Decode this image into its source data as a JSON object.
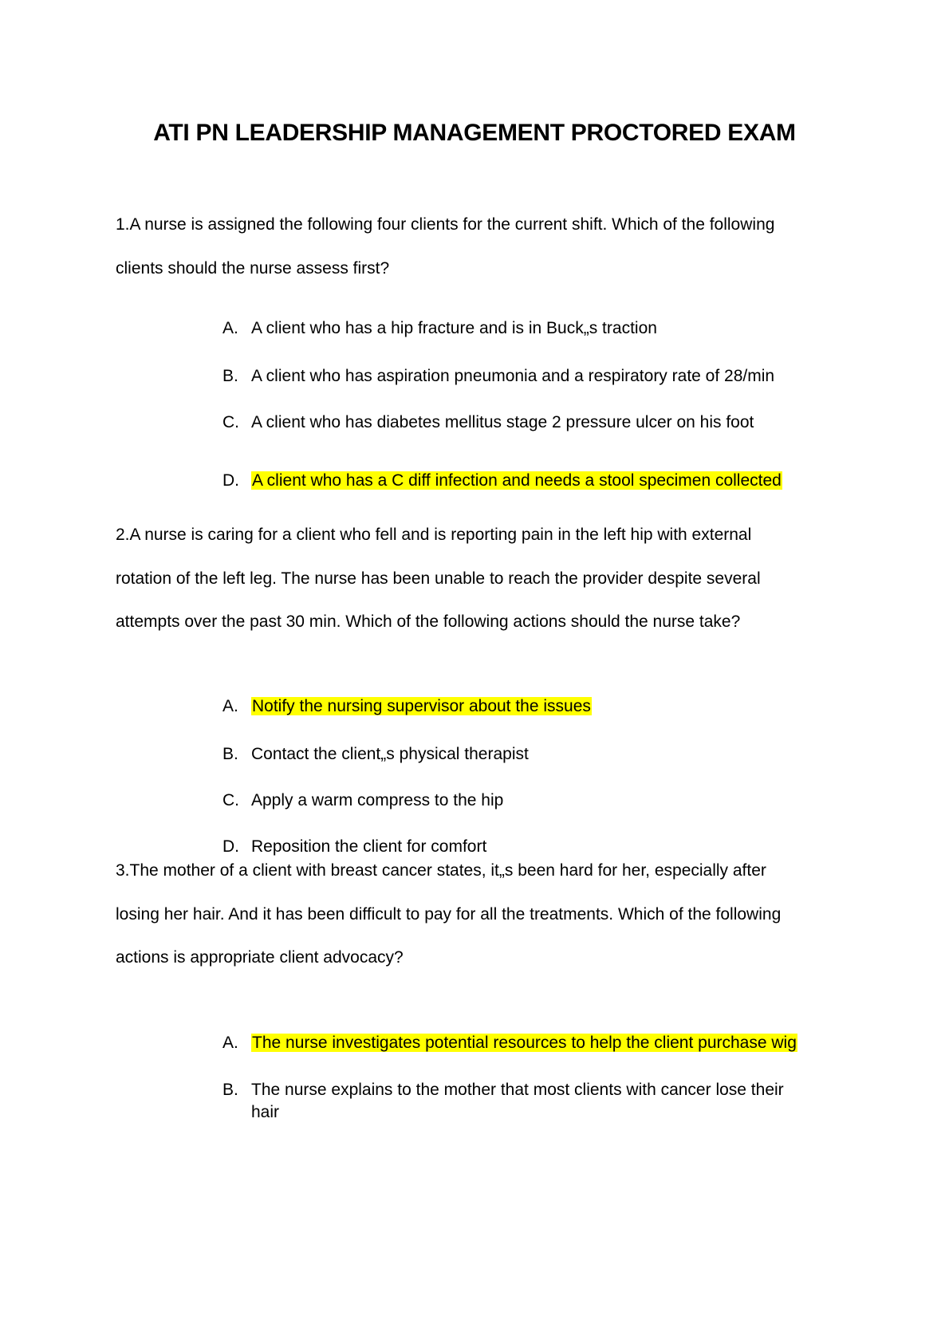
{
  "title": "ATI PN LEADERSHIP MANAGEMENT PROCTORED EXAM",
  "questions": [
    {
      "lines": [
        "1.A nurse is assigned the following four clients for the current shift. Which of the following",
        "clients should the nurse assess first?"
      ],
      "options": [
        {
          "letter": "A.",
          "text": "A client who has a hip fracture and is in Buck„s traction"
        },
        {
          "letter": "B.",
          "text": "A client who has aspiration pneumonia and a respiratory rate of 28/min"
        },
        {
          "letter": "C.",
          "text": "A client who has diabetes mellitus stage 2 pressure ulcer on his foot"
        },
        {
          "letter": "D.",
          "text": "A client who has a C diff infection and needs a stool specimen collected",
          "highlighted": true
        }
      ]
    },
    {
      "lines": [
        "2.A nurse is caring for a client who fell and is reporting pain in the left hip with external",
        "rotation of the left leg. The nurse has been unable to reach the provider despite several",
        "attempts over the past 30 min. Which of the following actions should the nurse take?"
      ],
      "options": [
        {
          "letter": "A.",
          "text": "Notify the nursing supervisor about the issues",
          "highlighted": true
        },
        {
          "letter": "B.",
          "text": "Contact the client„s physical therapist"
        },
        {
          "letter": "C.",
          "text": "Apply a warm compress to the hip"
        },
        {
          "letter": "D.",
          "text": "Reposition the client for comfort"
        }
      ]
    },
    {
      "lines": [
        "3.The mother of a client with breast cancer states, it„s been hard for her, especially after",
        "losing her hair. And it has been difficult to pay for all the treatments. Which of the following",
        "actions is appropriate client advocacy?"
      ],
      "options": [
        {
          "letter": "A.",
          "text": "The nurse investigates potential resources to help the client purchase wig",
          "highlighted": true
        },
        {
          "letter": "B.",
          "text": "The nurse explains to the mother that most clients with cancer lose their",
          "text2": "hair"
        }
      ]
    }
  ],
  "colors": {
    "highlight": "#ffff00",
    "text": "#000000",
    "background": "#ffffff"
  }
}
